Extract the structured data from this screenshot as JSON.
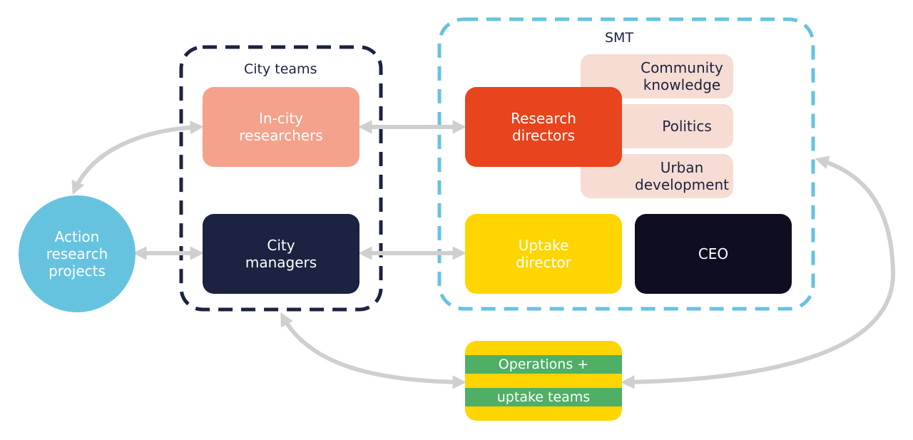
{
  "groups": {
    "city_teams": {
      "label": "City teams"
    },
    "smt": {
      "label": "SMT"
    }
  },
  "nodes": {
    "action_research": {
      "label": "Action\nresearch\nprojects"
    },
    "in_city_researchers": {
      "label": "In-city\nresearchers"
    },
    "city_managers": {
      "label": "City\nmanagers"
    },
    "research_directors": {
      "label": "Research\ndirectors"
    },
    "community_knowledge": {
      "label": "Community\nknowledge"
    },
    "politics": {
      "label": "Politics"
    },
    "urban_development": {
      "label": "Urban\ndevelopment"
    },
    "uptake_director": {
      "label": "Uptake\ndirector"
    },
    "ceo": {
      "label": "CEO"
    },
    "operations": {
      "line1": "Operations +",
      "line2": "uptake teams"
    }
  },
  "colors": {
    "salmon": "#f4a28c",
    "navy": "#1b2340",
    "orange_red": "#e8441d",
    "peach": "#f6dcd2",
    "yellow": "#ffd500",
    "dark_navy": "#0e0d22",
    "sky_blue": "#66c3e0",
    "green": "#4faf65",
    "arrow_gray": "#cfcfcf"
  }
}
